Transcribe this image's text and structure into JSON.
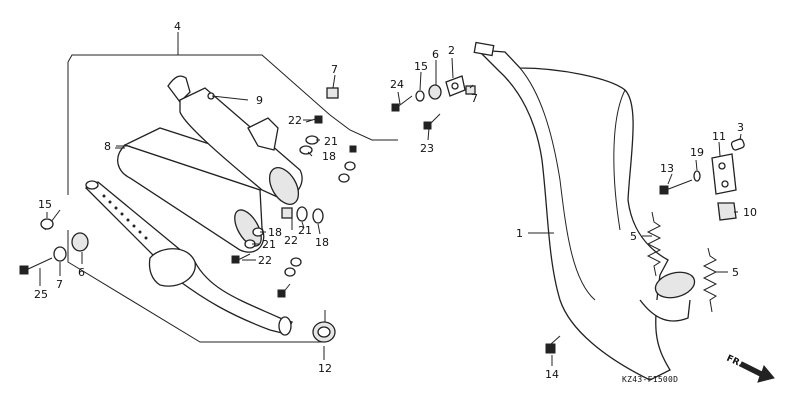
{
  "diagram": {
    "callouts": {
      "c1": "1",
      "c2": "2",
      "c3": "3",
      "c4": "4",
      "c5a": "5",
      "c5b": "5",
      "c6a": "6",
      "c6b": "6",
      "c7a": "7",
      "c7b": "7",
      "c7c": "7",
      "c8": "8",
      "c9": "9",
      "c10": "10",
      "c11": "11",
      "c12": "12",
      "c13": "13",
      "c14": "14",
      "c15a": "15",
      "c15b": "15",
      "c18a": "18",
      "c18b": "18",
      "c18c": "18",
      "c19": "19",
      "c21a": "21",
      "c21b": "21",
      "c21c": "21",
      "c22a": "22",
      "c22b": "22",
      "c22c": "22",
      "c23": "23",
      "c24": "24",
      "c25": "25"
    },
    "part_code": "KZ43-F1500D",
    "front_marker": "FR."
  }
}
